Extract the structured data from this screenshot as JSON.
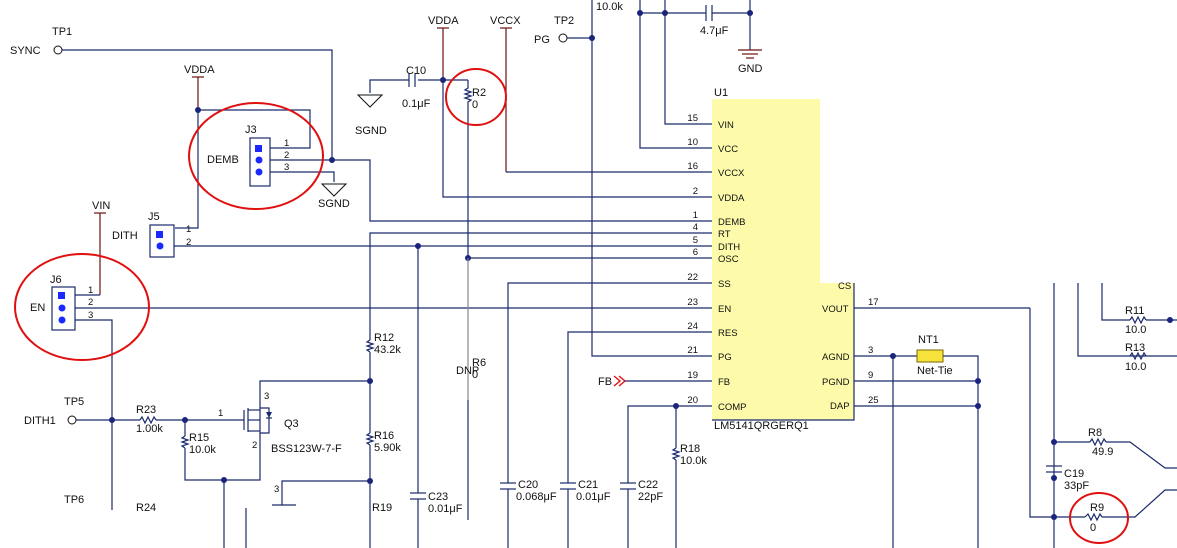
{
  "schematic": {
    "ic": {
      "ref": "U1",
      "part": "LM5141QRGERQ1",
      "left_pins": [
        {
          "num": "15",
          "name": "VIN"
        },
        {
          "num": "10",
          "name": "VCC"
        },
        {
          "num": "16",
          "name": "VCCX"
        },
        {
          "num": "2",
          "name": "VDDA"
        },
        {
          "num": "1",
          "name": "DEMB"
        },
        {
          "num": "4",
          "name": "RT"
        },
        {
          "num": "5",
          "name": "DITH"
        },
        {
          "num": "6",
          "name": "OSC"
        },
        {
          "num": "22",
          "name": "SS"
        },
        {
          "num": "23",
          "name": "EN"
        },
        {
          "num": "24",
          "name": "RES"
        },
        {
          "num": "21",
          "name": "PG"
        },
        {
          "num": "19",
          "name": "FB"
        },
        {
          "num": "20",
          "name": "COMP"
        }
      ],
      "right_pins": [
        {
          "num": "",
          "name": "CS"
        },
        {
          "num": "17",
          "name": "VOUT"
        },
        {
          "num": "3",
          "name": "AGND"
        },
        {
          "num": "9",
          "name": "PGND"
        },
        {
          "num": "25",
          "name": "DAP"
        }
      ]
    },
    "net_labels": {
      "sync": "SYNC",
      "tp1": "TP1",
      "vdda_top": "VDDA",
      "vccx_top": "VCCX",
      "tp2": "TP2",
      "pg": "PG",
      "vdda_j3": "VDDA",
      "sgnd_c10": "SGND",
      "sgnd_j3": "SGND",
      "gnd_top": "GND",
      "vin": "VIN",
      "dith1": "DITH1",
      "tp5": "TP5",
      "tp6": "TP6",
      "fb": "FB"
    },
    "connectors": {
      "j3": {
        "ref": "J3",
        "name": "DEMB",
        "pins": [
          "1",
          "2",
          "3"
        ]
      },
      "j5": {
        "ref": "J5",
        "name": "DITH",
        "pins": [
          "1",
          "2"
        ]
      },
      "j6": {
        "ref": "J6",
        "name": "EN",
        "pins": [
          "1",
          "2",
          "3"
        ]
      }
    },
    "components": {
      "r_top": {
        "value": "10.0k"
      },
      "c_top": {
        "value": "4.7μF"
      },
      "c10": {
        "ref": "C10",
        "value": "0.1μF"
      },
      "r2": {
        "ref": "R2",
        "value": "0"
      },
      "r12": {
        "ref": "R12",
        "value": "43.2k"
      },
      "r16": {
        "ref": "R16",
        "value": "5.90k"
      },
      "r19": {
        "ref": "R19"
      },
      "r6": {
        "ref": "R6",
        "value": "0",
        "dnp": "DNP"
      },
      "r23": {
        "ref": "R23",
        "value": "1.00k"
      },
      "r24": {
        "ref": "R24"
      },
      "r15": {
        "ref": "R15",
        "value": "10.0k"
      },
      "q3": {
        "ref": "Q3",
        "part": "BSS123W-7-F",
        "pin1": "1",
        "pin2": "2",
        "pin3": "3",
        "pin3b": "3"
      },
      "c23": {
        "ref": "C23",
        "value": "0.01μF"
      },
      "c20": {
        "ref": "C20",
        "value": "0.068μF"
      },
      "c21": {
        "ref": "C21",
        "value": "0.01μF"
      },
      "c22": {
        "ref": "C22",
        "value": "22pF"
      },
      "r18": {
        "ref": "R18",
        "value": "10.0k"
      },
      "nt1": {
        "ref": "NT1",
        "value": "Net-Tie"
      },
      "r11": {
        "ref": "R11",
        "value": "10.0"
      },
      "r13": {
        "ref": "R13",
        "value": "10.0"
      },
      "r8": {
        "ref": "R8",
        "value": "49.9"
      },
      "c19": {
        "ref": "C19",
        "value": "33pF"
      },
      "r9": {
        "ref": "R9",
        "value": "0"
      }
    },
    "colors": {
      "wire": "#1a2a6c",
      "ic_fill": "#fdfbaa",
      "highlight": "#e01010",
      "fb_arrow": "#e01010"
    }
  }
}
